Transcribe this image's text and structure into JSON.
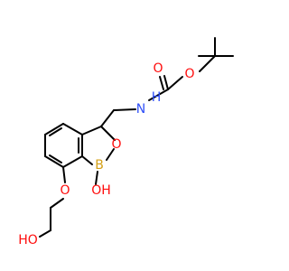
{
  "colors": {
    "bond": "#000000",
    "O": "#ff0d0d",
    "N": "#3050f8",
    "B": "#d4a017"
  },
  "atoms": {
    "o_carbonyl": {
      "text": "O",
      "element": "O"
    },
    "o_ester": {
      "text": "O",
      "element": "O"
    },
    "n_amide": {
      "text": "N",
      "element": "N"
    },
    "h_amide": {
      "text": "H",
      "element": "N"
    },
    "o_ring": {
      "text": "O",
      "element": "O"
    },
    "b_ring": {
      "text": "B",
      "element": "B"
    },
    "o_boron_hydroxy": {
      "text": "OH",
      "element": "O"
    },
    "o_ether": {
      "text": "O",
      "element": "O"
    },
    "o_terminal_hydroxy": {
      "text": "HO",
      "element": "O"
    }
  }
}
